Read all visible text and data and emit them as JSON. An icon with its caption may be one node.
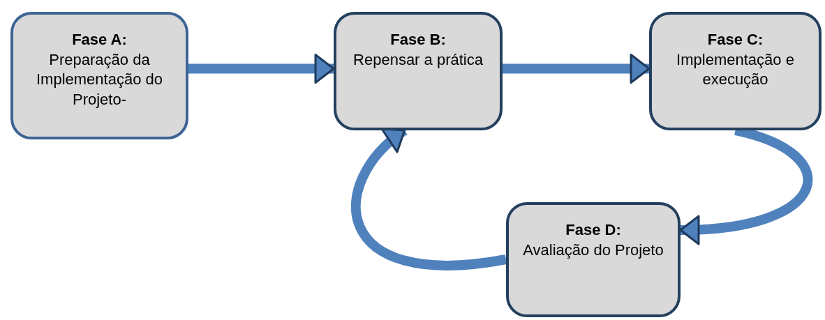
{
  "diagram": {
    "nodes": [
      {
        "text": [
          "Fase A:",
          "Preparação da Implementação do Projeto-"
        ]
      },
      {
        "text": [
          "Fase B:",
          "Repensar a prática"
        ]
      },
      {
        "text": [
          "Fase C:",
          "Implementação e execução"
        ]
      },
      {
        "text": [
          "Fase D:",
          "Avaliação do Projeto"
        ]
      }
    ],
    "edges": [
      {
        "from": 0,
        "to": 1,
        "arrow": "to"
      },
      {
        "from": 1,
        "to": 2,
        "arrow": "to"
      },
      {
        "from": 2,
        "to": 3,
        "arrow": "to"
      },
      {
        "from": 3,
        "to": 1,
        "arrow": "to"
      }
    ]
  }
}
